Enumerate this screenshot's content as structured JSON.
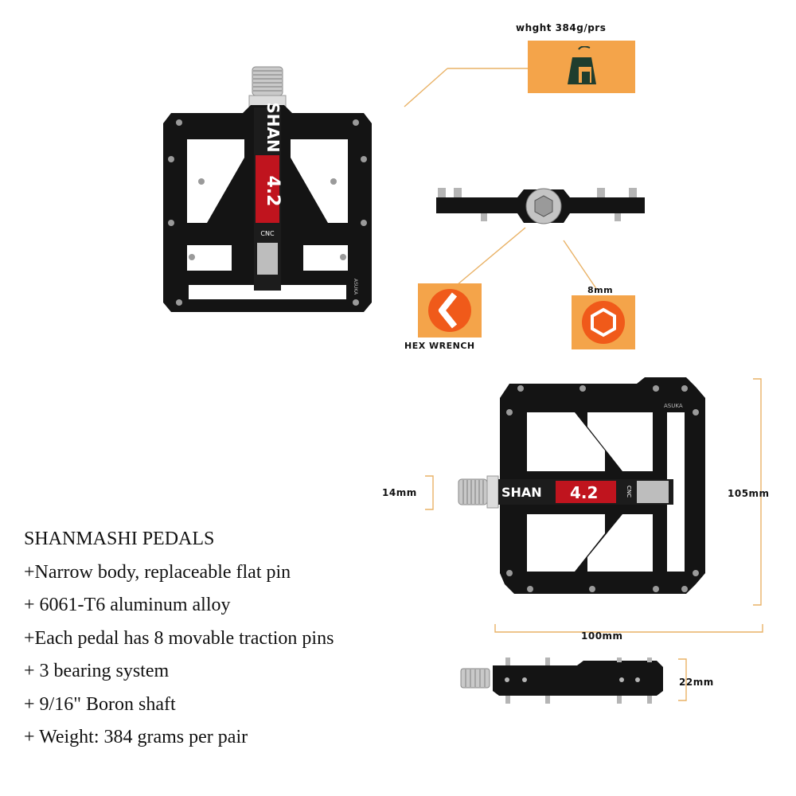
{
  "brand": {
    "word1": "SHAN",
    "word2": "MASHI",
    "model": "4.2",
    "cnc": "CNC",
    "maker": "ASUKA"
  },
  "weight_callout": {
    "label": "whght 384g/prs",
    "icon": "weight-tag-icon",
    "color": "#f4a44a"
  },
  "tool_callouts": [
    {
      "label": "HEX WRENCH",
      "icon": "hex-wrench-icon"
    },
    {
      "label": "8mm",
      "icon": "hex-nut-icon"
    }
  ],
  "dimensions": {
    "width": "100mm",
    "height": "105mm",
    "axle": "14mm",
    "thickness": "22mm"
  },
  "features": {
    "title": "SHANMASHI PEDALS",
    "items": [
      "+Narrow body, replaceable flat pin",
      "+ 6061-T6 aluminum alloy",
      "+Each pedal has 8 movable traction pins",
      "+ 3 bearing system",
      "+ 9/16\" Boron shaft",
      "+ Weight: 384 grams per pair"
    ]
  },
  "colors": {
    "body": "#141414",
    "accent_red": "#c0141e",
    "orange": "#f4a44a",
    "line": "#e9b266",
    "silver": "#b9b9b9"
  }
}
